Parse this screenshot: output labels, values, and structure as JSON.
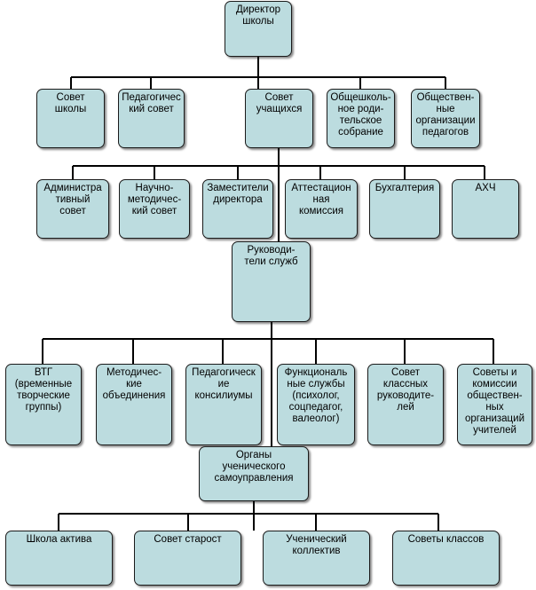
{
  "nodes": {
    "director": "Директор\nшколы",
    "school_council": "Совет\nшколы",
    "pedagogical_council": "Педагогичес\nкий совет",
    "student_council": "Совет\nучащихся",
    "parent_meeting": "Общешколь-\nное роди-\nтельское\nсобрание",
    "teacher_organizations": "Обществен-\nные\nорганизации\nпедагогов",
    "administrative_council": "Администра\nтивный\nсовет",
    "methodological_council": "Научно-\nметодичес-\nкий совет",
    "deputy_directors": "Заместители\nдиректора",
    "attestation_commission": "Аттестацион\nная\nкомиссия",
    "accounting": "Бухгалтерия",
    "ahch": "АХЧ",
    "service_heads": "Руководи-\nтели служб",
    "vtg": "ВТГ\n(временные\nтворческие\nгруппы)",
    "method_associations": "Методичес-\nкие\nобъединения",
    "pedagogical_consiliums": "Педагогическ\nие\nконсилиумы",
    "functional_services": "Функциональ\nные службы\n(психолог,\nсоцпедагог,\nвалеолог)",
    "class_teachers_council": "Совет\nклассных\nруководите-\nлей",
    "teacher_public_councils": "Советы и\nкомиссии\nобществен-\nных\nорганизаций\nучителей",
    "self_government": "Органы\nученического\nсамоуправления",
    "activist_school": "Школа актива",
    "elders_council": "Совет старост",
    "student_collective": "Ученический\nколлектив",
    "class_councils": "Советы классов"
  }
}
